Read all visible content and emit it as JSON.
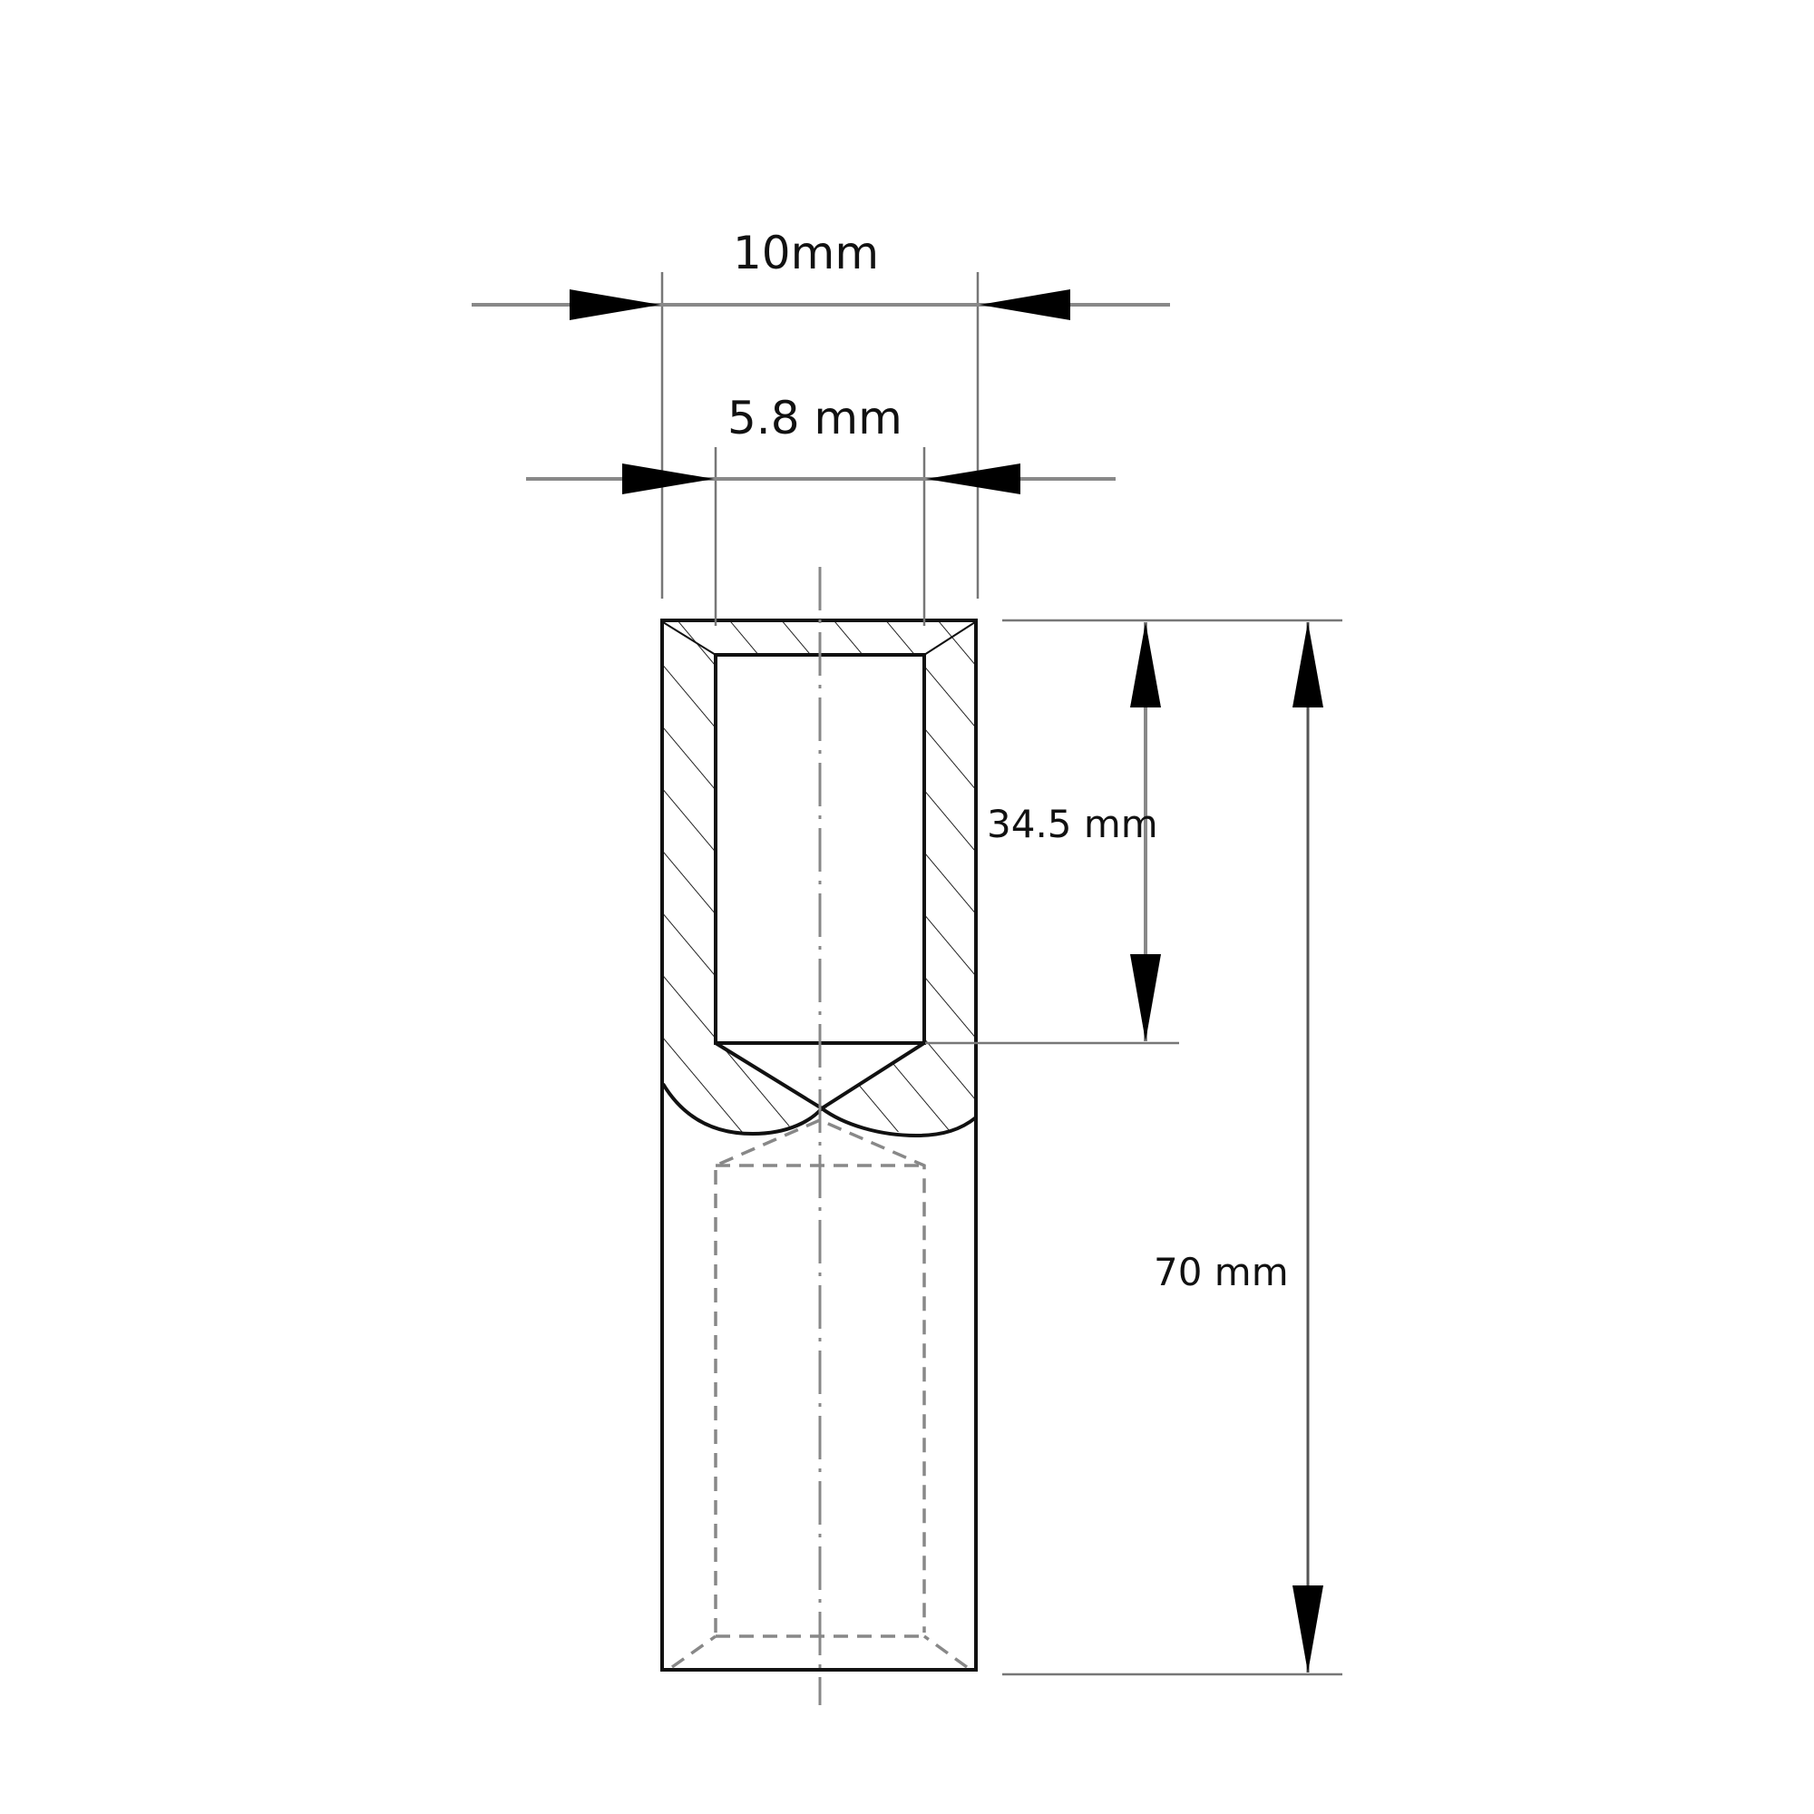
{
  "drawing": {
    "type": "technical-section-drawing",
    "dimensions": {
      "outer_diameter": "10mm",
      "inner_diameter": "5.8 mm",
      "bore_depth": "34.5 mm",
      "total_length": "70 mm"
    },
    "colors": {
      "outline": "#111111",
      "dimension_line": "#777777",
      "hidden_line": "#888888",
      "background": "#ffffff"
    }
  }
}
